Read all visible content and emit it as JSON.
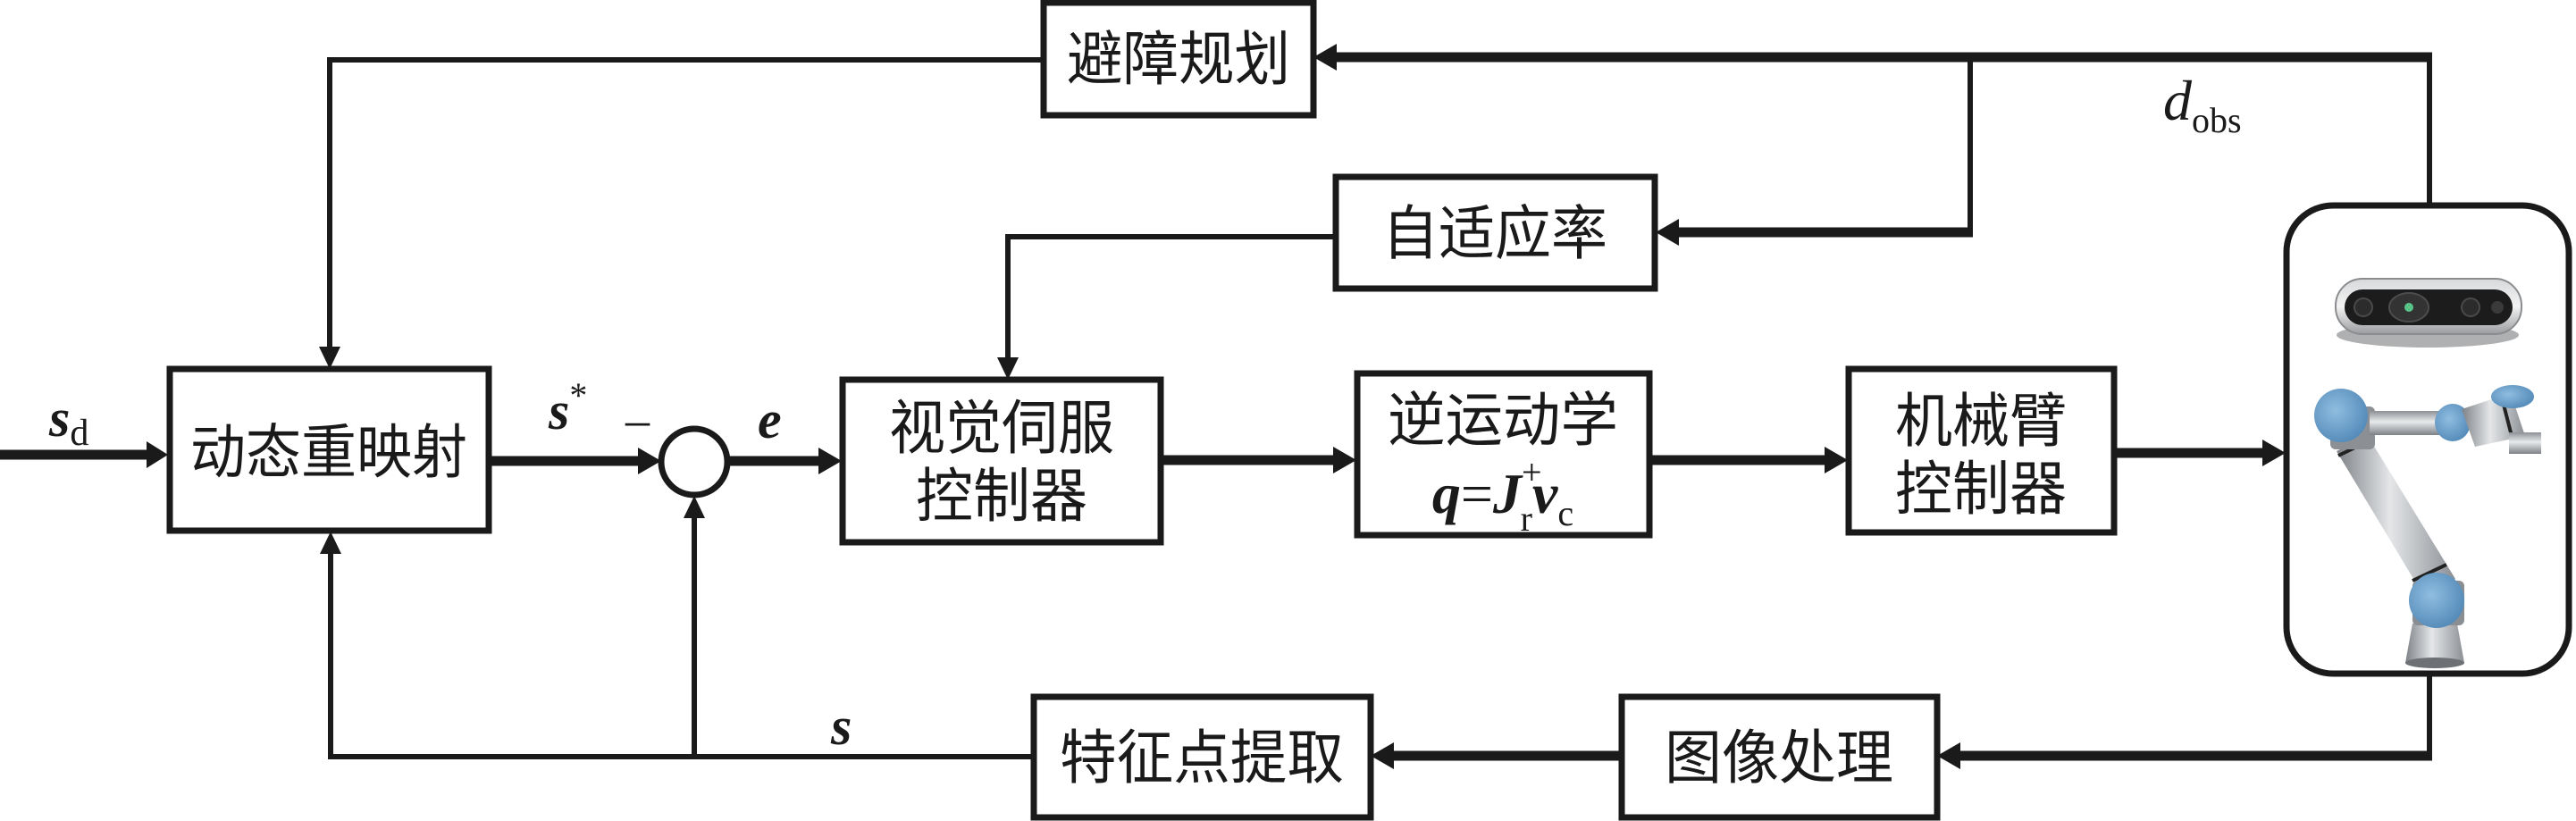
{
  "diagram": {
    "blocks": {
      "dynamic_remap": {
        "label": "动态重映射"
      },
      "visual_servo": {
        "line1": "视觉伺服",
        "line2": "控制器"
      },
      "inverse_kinematics": {
        "line1": "逆运动学",
        "formula": {
          "lhs": "q",
          "eq": "=",
          "J": "J",
          "J_sub": "r",
          "J_sup": "+",
          "v": "v",
          "v_sub": "c"
        }
      },
      "arm_controller": {
        "line1": "机械臂",
        "line2": "控制器"
      },
      "obstacle_avoidance": {
        "label": "避障规划"
      },
      "adaptive_rate": {
        "label": "自适应率"
      },
      "feature_extraction": {
        "label": "特征点提取"
      },
      "image_processing": {
        "label": "图像处理"
      },
      "robot_system": {
        "camera": "depth-camera-icon",
        "arm": "robot-arm-icon"
      }
    },
    "signals": {
      "s_d": {
        "main": "s",
        "sub": "d"
      },
      "s_star": {
        "main": "s",
        "sup": "*"
      },
      "minus": "–",
      "e": "e",
      "s": "s",
      "d_obs": {
        "main": "d",
        "sub": "obs"
      }
    },
    "colors": {
      "line": "#1a1a1a",
      "robot_joint_blue": "#6fa3cf",
      "robot_metal": "#b9bcc0",
      "camera_body": "#1c1c1c"
    }
  }
}
